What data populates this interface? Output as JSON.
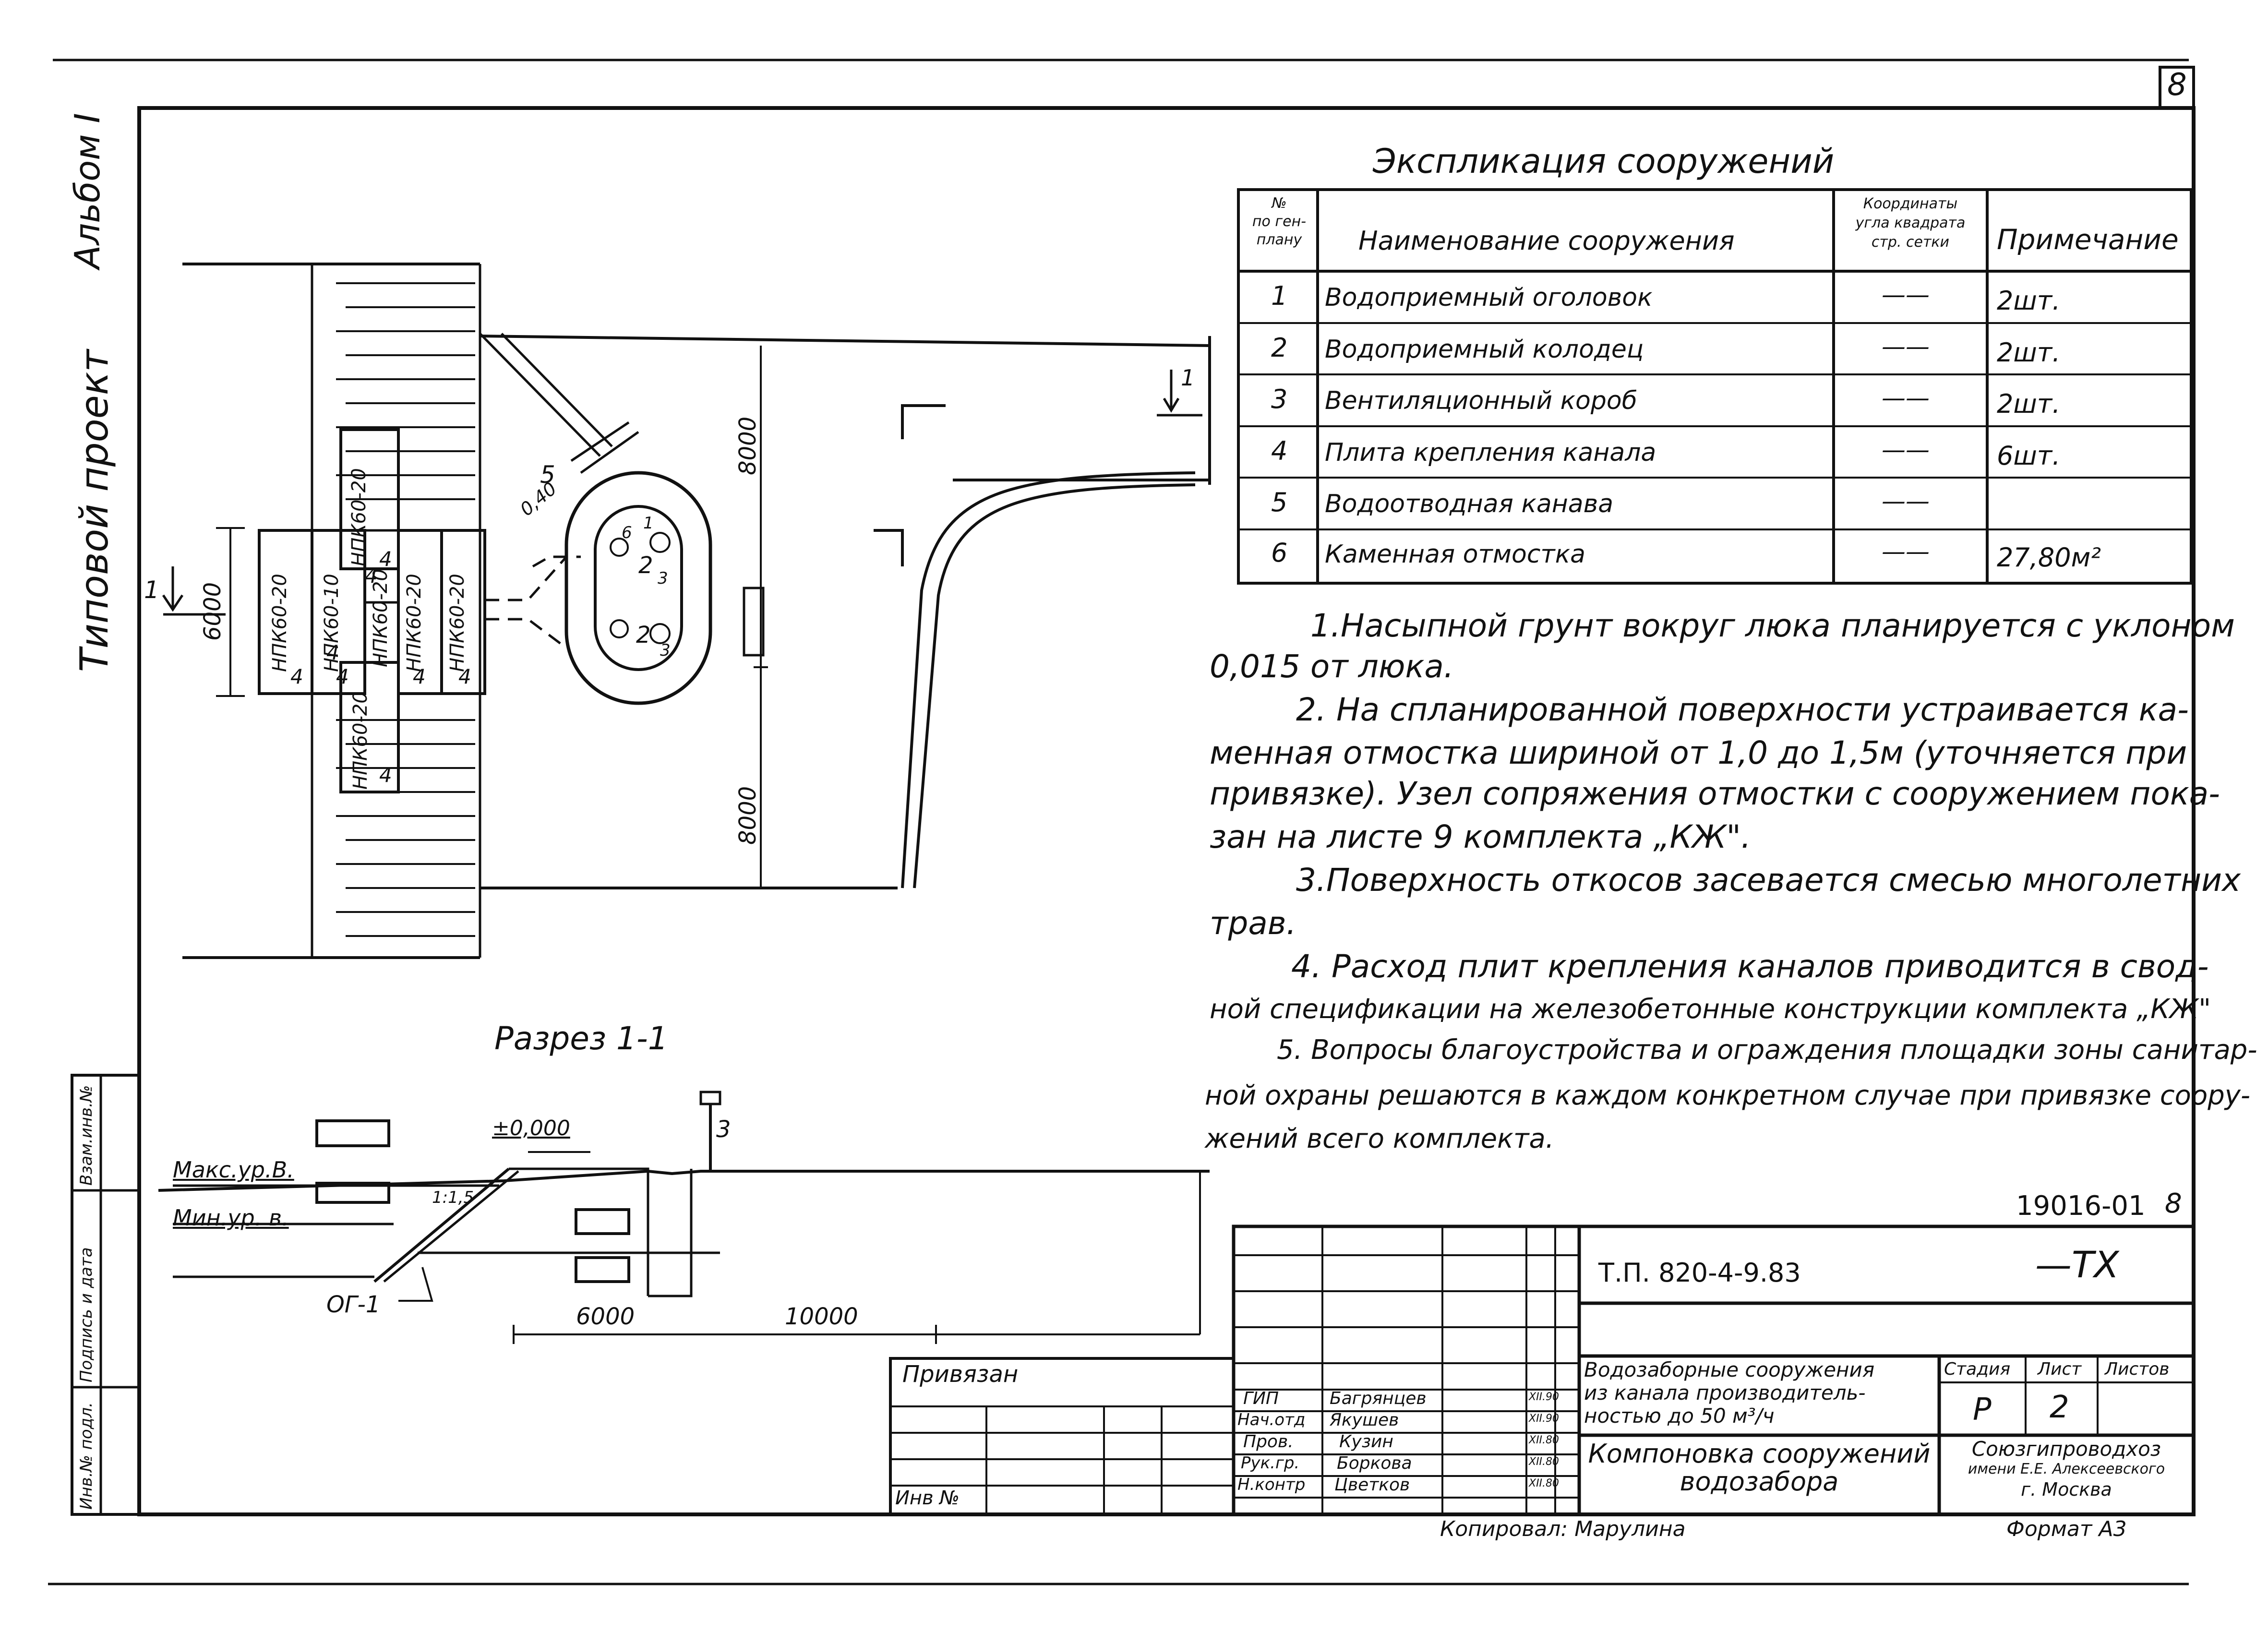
{
  "sheet_number": "8",
  "side_labels": {
    "album": "Альбом I",
    "project": "Типовой проект"
  },
  "left_stamp": [
    "Инв.№ подл.",
    "Подпись и дата",
    "Взам.инв.№"
  ],
  "explication": {
    "title": "Экспликация сооружений",
    "headers": {
      "no": [
        "№",
        "по ген-",
        "плану"
      ],
      "name": "Наименование сооружения",
      "coord": [
        "Координаты",
        "угла квадрата",
        "стр. сетки"
      ],
      "note": "Примечание"
    },
    "rows": [
      {
        "no": "1",
        "name": "Водоприемный оголовок",
        "coord": "——",
        "note": "2шт."
      },
      {
        "no": "2",
        "name": "Водоприемный колодец",
        "coord": "——",
        "note": "2шт."
      },
      {
        "no": "3",
        "name": "Вентиляционный короб",
        "coord": "——",
        "note": "2шт."
      },
      {
        "no": "4",
        "name": "Плита крепления канала",
        "coord": "——",
        "note": "6шт."
      },
      {
        "no": "5",
        "name": "Водоотводная канава",
        "coord": "——",
        "note": ""
      },
      {
        "no": "6",
        "name": "Каменная отмостка",
        "coord": "——",
        "note": "27,80м²"
      }
    ]
  },
  "notes": [
    "1.Насыпной грунт вокруг люка планируется с уклоном",
    "0,015 от люка.",
    "2. На спланированной поверхности устраивается ка-",
    "менная отмостка шириной от 1,0 до 1,5м (уточняется при",
    "привязке). Узел сопряжения отмостки с сооружением пока-",
    "зан на листе 9 комплекта „КЖ\".",
    "3.Поверхность откосов засевается смесью многолетних",
    "трав.",
    "4. Расход плит крепления каналов приводится в свод-",
    "ной спецификации на железобетонные конструкции комплекта „КЖ\"",
    "5. Вопросы благоустройства и ограждения площадки зоны санитар-",
    "ной охраны решаются в каждом конкретном случае при привязке соору-",
    "жений всего комплекта."
  ],
  "plan": {
    "slab_labels": [
      "НПК60-20",
      "НПК60-20",
      "НПК60-10",
      "НПК60-20",
      "НПК60-20",
      "НПК60-20",
      "НПК60-20"
    ],
    "slab_marks": [
      "4",
      "4",
      "4",
      "4",
      "4",
      "4",
      "4",
      "4"
    ],
    "dim_6000": "6000",
    "dim_8000_top": "8000",
    "dim_8000_bottom": "8000",
    "ditch_width": "0,40",
    "section_mark": "1",
    "item_marks": {
      "five": "5",
      "one": "1",
      "two": "2",
      "three": "3",
      "six": "6"
    }
  },
  "section": {
    "title": "Разрез 1-1",
    "level_zero": "±0,000",
    "max_level": "Макс.ур.В.",
    "min_level": "Мин.ур. в.",
    "slope": "1:1,5",
    "og": "ОГ-1",
    "dim_6000": "6000",
    "dim_10000": "10000",
    "mark3": "3"
  },
  "title_block": {
    "doc_code": "19016-01",
    "doc_code_suffix": "8",
    "tp": "Т.П. 820-4-9.83",
    "tx": "—ТХ",
    "privyazan": "Привязан",
    "inv": "Инв №",
    "roles": [
      "ГИП",
      "Нач.отд",
      "Пров.",
      "Рук.гр.",
      "Н.контр"
    ],
    "names": [
      "Багрянцев",
      "Якушев",
      "Кузин",
      "Боркова",
      "Цветков"
    ],
    "dates": [
      "XII.90",
      "XII.90",
      "XII.80",
      "XII.80",
      "XII.80"
    ],
    "subject": [
      "Водозаборные сооружения",
      "из канала производитель-",
      "ностью до 50 м³/ч"
    ],
    "sheet_title": [
      "Компоновка сооружений",
      "водозабора"
    ],
    "stage_h": "Стадия",
    "list_h": "Лист",
    "lists_h": "Листов",
    "stage": "Р",
    "list": "2",
    "org": [
      "Союзгипроводхоз",
      "имени Е.Е. Алексеевского",
      "г. Москва"
    ],
    "copied": "Копировал: Марулина",
    "format": "Формат А3"
  }
}
